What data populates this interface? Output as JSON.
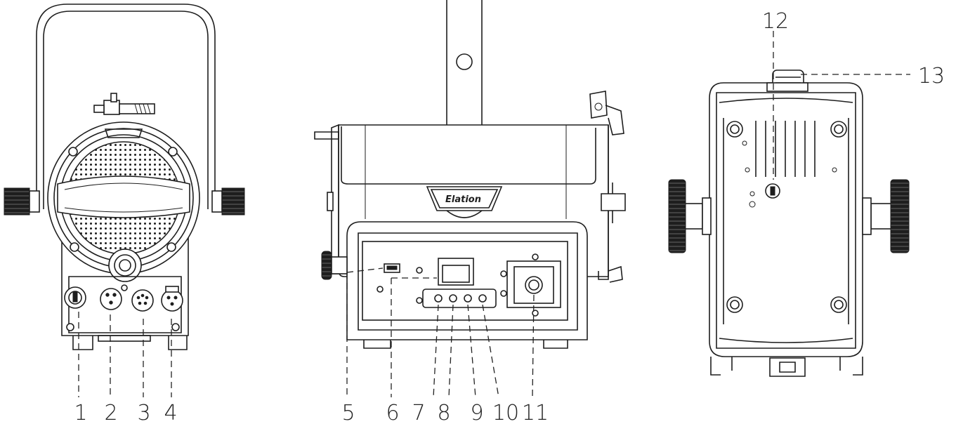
{
  "views": [
    {
      "id": "front",
      "callouts": [
        "1",
        "2",
        "3",
        "4"
      ]
    },
    {
      "id": "rear",
      "logo_text": "Elation",
      "callouts": [
        "5",
        "6",
        "7",
        "8",
        "9",
        "10",
        "11"
      ]
    },
    {
      "id": "top",
      "callouts": [
        "12",
        "13"
      ]
    }
  ],
  "colors": {
    "line": "#1e1e1e",
    "background": "#ffffff"
  }
}
